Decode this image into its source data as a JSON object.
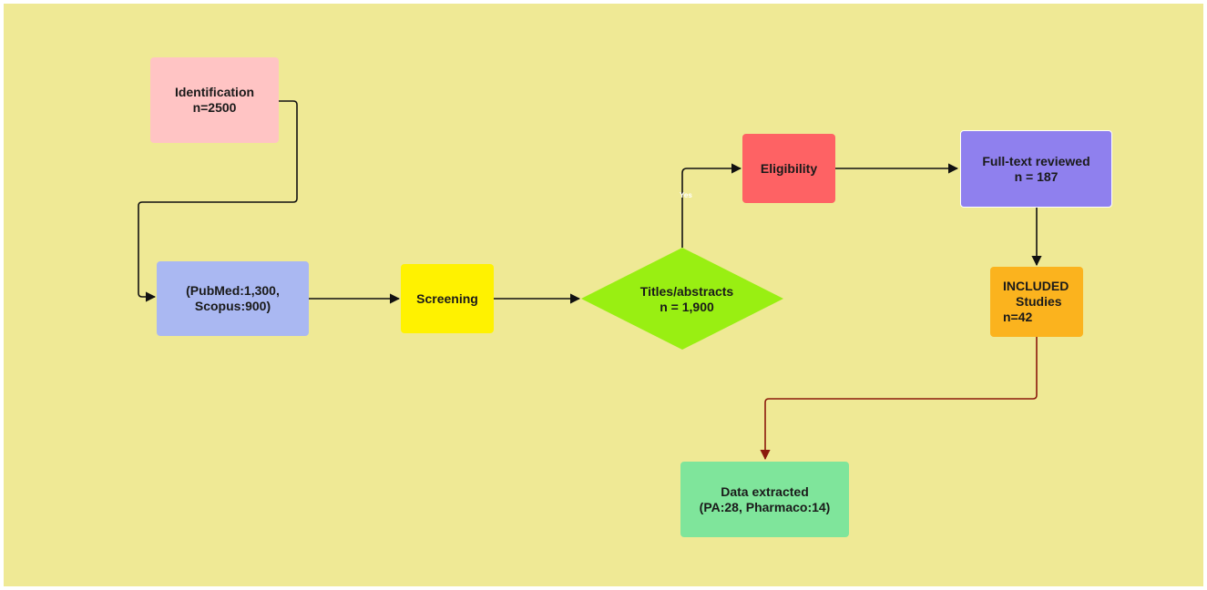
{
  "diagram": {
    "identification": {
      "line1": "Identification",
      "line2": "n=2500",
      "color": "#ffc4c4"
    },
    "sources": {
      "line1": "(PubMed:1,300,",
      "line2": "Scopus:900)",
      "color": "#aab8f2"
    },
    "screening": {
      "label": "Screening",
      "color": "#fff200"
    },
    "titles_abstracts": {
      "line1": "Titles/abstracts",
      "line2": "n = 1,900",
      "color": "#99ef12"
    },
    "eligibility": {
      "label": "Eligibility",
      "color": "#fe6264"
    },
    "full_text": {
      "line1": "Full-text reviewed",
      "line2": "n = 187",
      "color": "#8f80ee"
    },
    "included": {
      "line1": "INCLUDED",
      "line2": "Studies",
      "line3": "n=42",
      "color": "#fbb31e"
    },
    "data_extracted": {
      "line1": "Data extracted",
      "line2": "(PA:28, Pharmaco:14)",
      "color": "#7fe59b"
    },
    "branch_label": "Yes"
  }
}
